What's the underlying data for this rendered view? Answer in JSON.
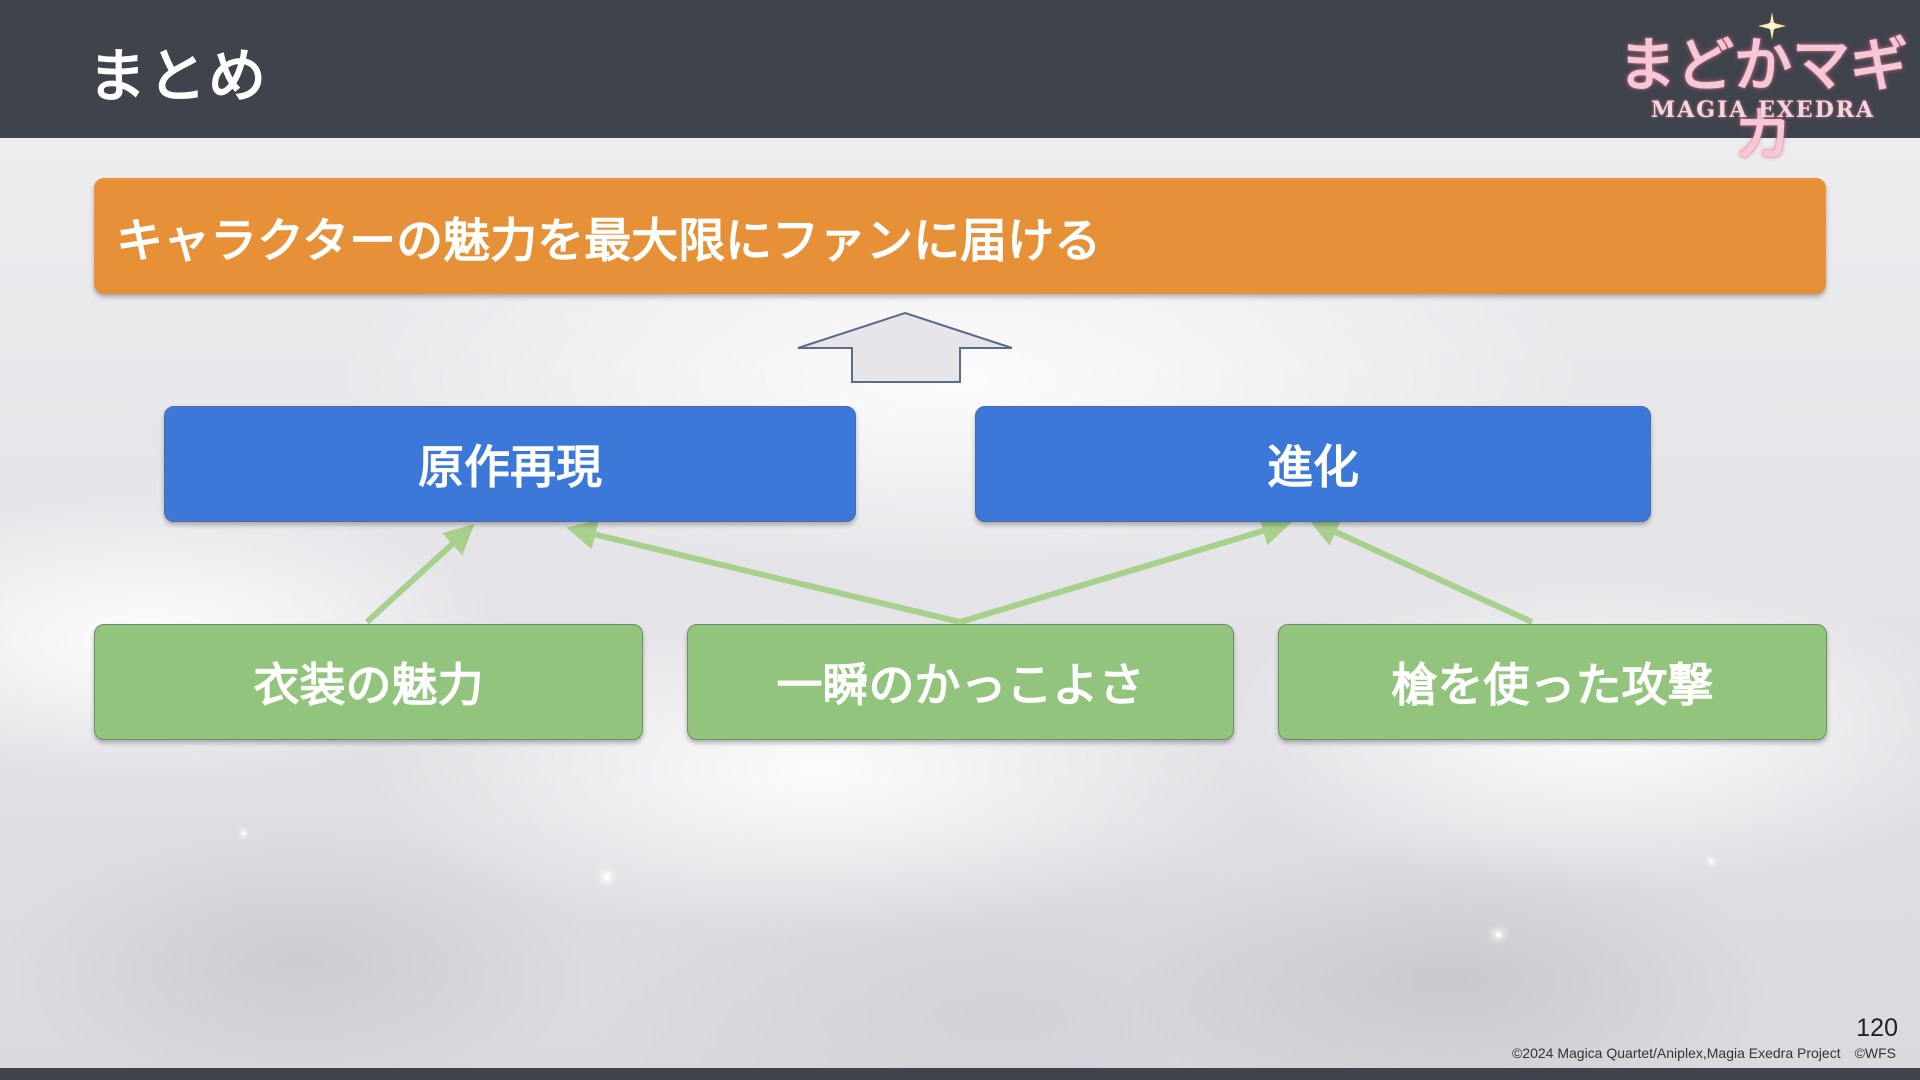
{
  "header": {
    "title": "まとめ",
    "logo_main": "まどかマギカ",
    "logo_sub": "MAGIA EXEDRA"
  },
  "diagram": {
    "goal": "キャラクターの魅力を最大限にファンに届ける",
    "pillars": [
      {
        "label": "原作再現"
      },
      {
        "label": "進化"
      }
    ],
    "elements": [
      {
        "label": "衣装の魅力"
      },
      {
        "label": "一瞬のかっこよさ"
      },
      {
        "label": "槍を使った攻撃"
      }
    ],
    "colors": {
      "goal": "#e69138",
      "pillar": "#3c78d8",
      "element": "#93c47d",
      "connector": "#a8d08d",
      "header": "#3f434c"
    }
  },
  "footer": {
    "page_number": "120",
    "copyright": "©2024 Magica Quartet/Aniplex,Magia Exedra Project　©WFS"
  }
}
